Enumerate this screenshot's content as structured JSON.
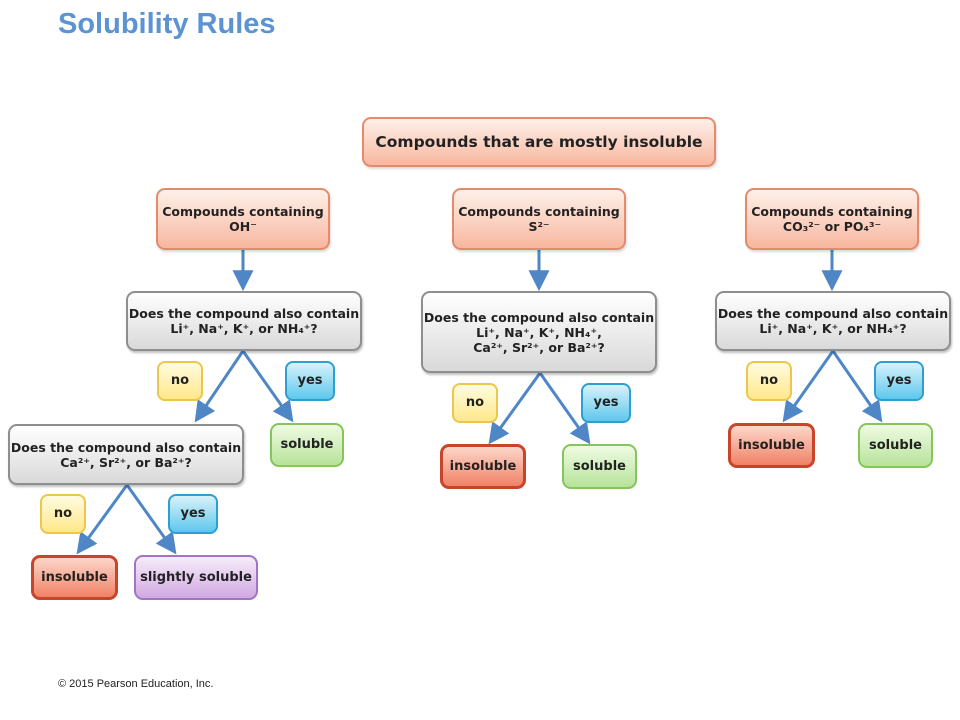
{
  "title": "Solubility Rules",
  "footer": "© 2015 Pearson Education, Inc.",
  "colors": {
    "title": "#5b93d3",
    "arrow": "#4f86c6",
    "category": "#f8b79f",
    "question": "#d9d9d9",
    "no": "#ffe88b",
    "yes": "#5ec8ec",
    "insoluble": "#f08266",
    "soluble": "#b7e39a",
    "slightly_soluble": "#d1a9e2"
  },
  "diagram": {
    "root": "Compounds that are mostly insoluble",
    "branches": [
      {
        "category": [
          "Compounds containing",
          "OH⁻"
        ],
        "question": [
          "Does the compound also contain",
          "Li⁺, Na⁺, K⁺, or NH₄⁺?"
        ],
        "no_label": "no",
        "yes_label": "yes",
        "yes_result": "soluble",
        "sub_question": [
          "Does the compound also contain",
          "Ca²⁺, Sr²⁺, or Ba²⁺?"
        ],
        "sub_no_label": "no",
        "sub_yes_label": "yes",
        "sub_no_result": "insoluble",
        "sub_yes_result": "slightly soluble"
      },
      {
        "category": [
          "Compounds containing",
          "S²⁻"
        ],
        "question": [
          "Does the compound also contain",
          "Li⁺, Na⁺, K⁺, NH₄⁺,",
          "Ca²⁺, Sr²⁺, or Ba²⁺?"
        ],
        "no_label": "no",
        "yes_label": "yes",
        "no_result": "insoluble",
        "yes_result": "soluble"
      },
      {
        "category": [
          "Compounds containing",
          "CO₃²⁻ or PO₄³⁻"
        ],
        "question": [
          "Does the compound also contain",
          "Li⁺, Na⁺, K⁺, or NH₄⁺?"
        ],
        "no_label": "no",
        "yes_label": "yes",
        "no_result": "insoluble",
        "yes_result": "soluble"
      }
    ]
  }
}
